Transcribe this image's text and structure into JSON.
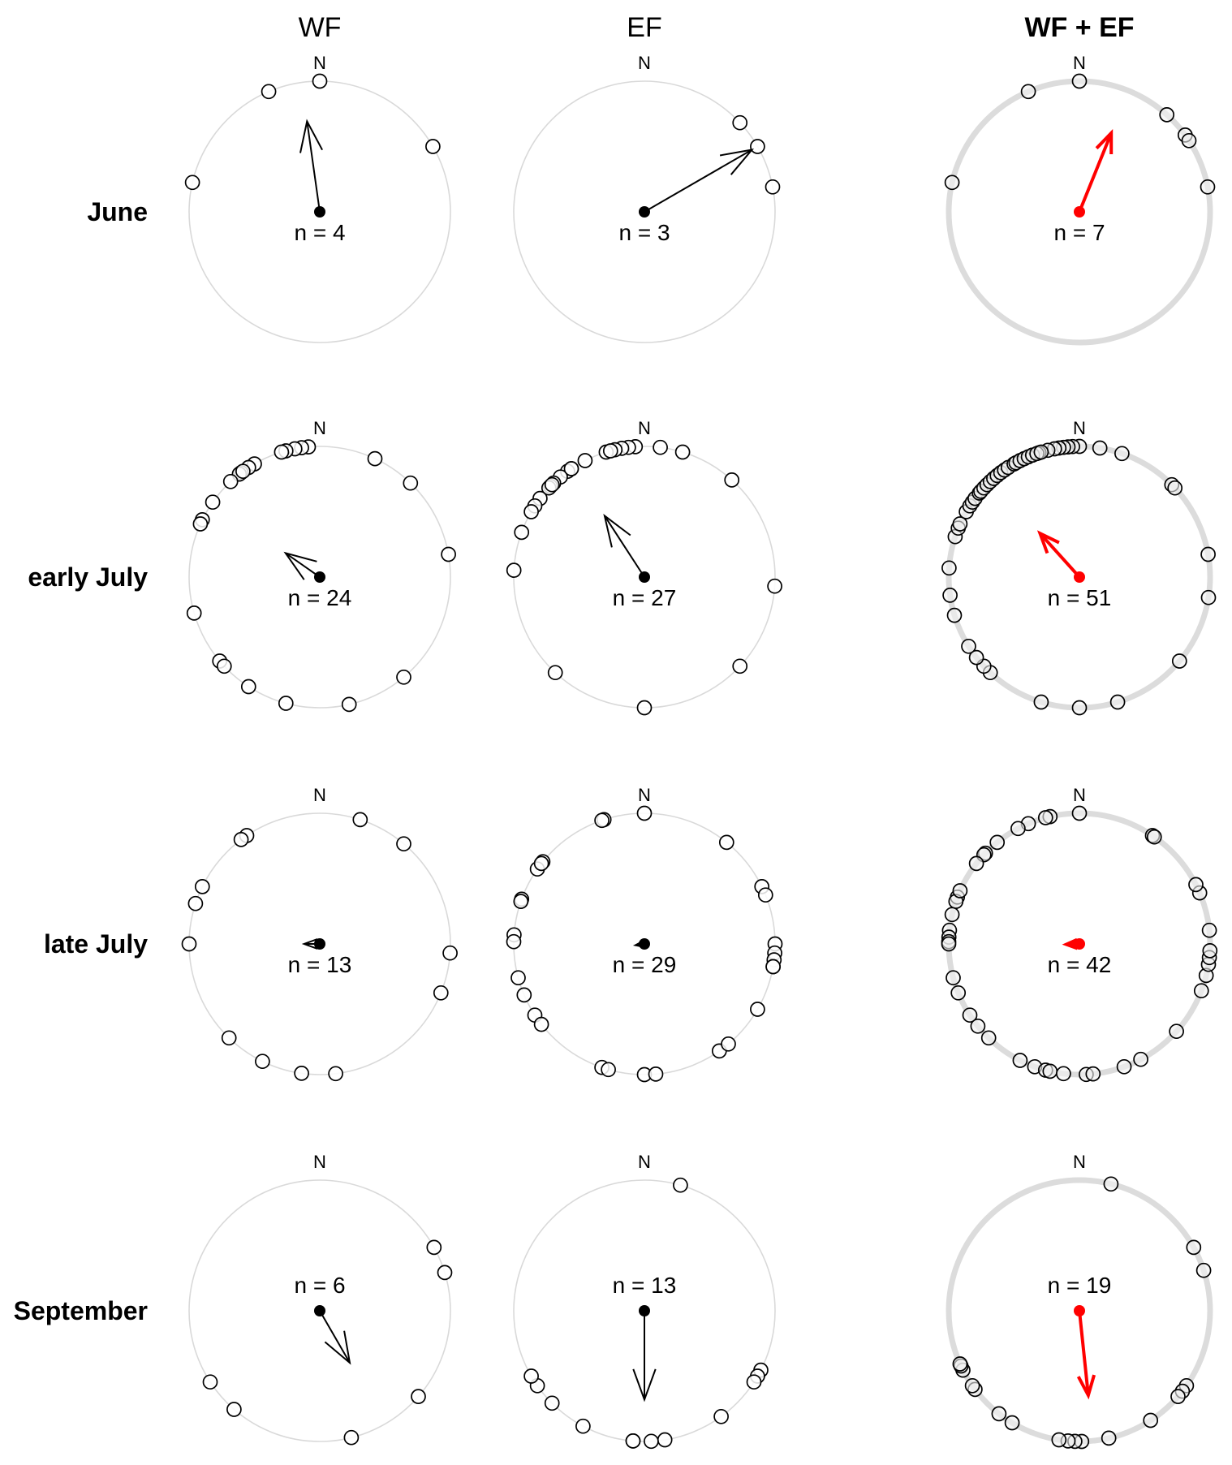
{
  "chart_data": {
    "type": "circular",
    "columns": [
      {
        "label": "WF",
        "bold": false
      },
      {
        "label": "EF",
        "bold": false
      },
      {
        "label": "WF + EF",
        "bold": true
      }
    ],
    "rows": [
      "June",
      "early July",
      "late July",
      "September"
    ],
    "north_label": "N",
    "colors": {
      "single": "#000000",
      "pooled": "#ff0000",
      "circle_thin": "#d9d9d9",
      "circle_thick": "#dcdcdc"
    },
    "panels": [
      {
        "row": "June",
        "column": "WF",
        "n_label": "n = 4",
        "n_position": "below",
        "mean_direction_deg": 352,
        "mean_length": 0.7,
        "points_deg": [
          0,
          337,
          60,
          283
        ]
      },
      {
        "row": "June",
        "column": "EF",
        "n_label": "n = 3",
        "n_position": "below",
        "mean_direction_deg": 60,
        "mean_length": 0.95,
        "points_deg": [
          47,
          60,
          79
        ]
      },
      {
        "row": "June",
        "column": "WF + EF",
        "n_label": "n = 7",
        "n_position": "below",
        "mean_direction_deg": 22,
        "mean_length": 0.65,
        "points_deg": [
          0,
          337,
          42,
          54,
          57,
          79,
          283
        ]
      },
      {
        "row": "early July",
        "column": "WF",
        "n_label": "n = 24",
        "n_position": "below",
        "mean_direction_deg": 305,
        "mean_length": 0.32,
        "points_deg": [
          355,
          352,
          349,
          345,
          343,
          25,
          44,
          80,
          330,
          327,
          323,
          322,
          317,
          305,
          296,
          294,
          254,
          230,
          227,
          213,
          195,
          167,
          140,
          324
        ]
      },
      {
        "row": "early July",
        "column": "EF",
        "n_label": "n = 27",
        "n_position": "below",
        "mean_direction_deg": 327,
        "mean_length": 0.56,
        "points_deg": [
          356,
          353,
          350,
          347,
          343,
          7,
          17,
          42,
          333,
          326,
          324,
          320,
          316,
          314,
          313,
          307,
          303,
          300,
          290,
          273,
          223,
          180,
          133,
          94,
          315,
          345,
          326
        ]
      },
      {
        "row": "early July",
        "column": "WF + EF",
        "n_label": "n = 51",
        "n_position": "below",
        "mean_direction_deg": 318,
        "mean_length": 0.45,
        "points_deg": [
          0,
          357,
          355,
          353,
          351,
          349,
          346,
          342,
          339,
          9,
          19,
          45,
          47,
          80,
          99,
          130,
          163,
          180,
          197,
          223,
          227,
          232,
          238,
          253,
          262,
          274,
          288,
          292,
          294,
          300,
          303,
          305,
          307,
          310,
          311,
          313,
          315,
          317,
          319,
          321,
          323,
          325,
          327,
          330,
          331,
          333,
          335,
          337,
          339,
          341,
          343
        ]
      },
      {
        "row": "late July",
        "column": "WF",
        "n_label": "n = 13",
        "n_position": "below",
        "mean_direction_deg": 270,
        "mean_length": 0.12,
        "points_deg": [
          18,
          40,
          326,
          323,
          296,
          288,
          270,
          94,
          112,
          224,
          206,
          188,
          173
        ]
      },
      {
        "row": "late July",
        "column": "EF",
        "n_label": "n = 29",
        "n_position": "below",
        "mean_direction_deg": 262,
        "mean_length": 0.07,
        "points_deg": [
          342,
          341,
          0,
          39,
          64,
          68,
          309,
          305,
          290,
          289,
          274,
          271,
          255,
          247,
          237,
          232,
          199,
          196,
          180,
          175,
          145,
          140,
          120,
          90,
          94,
          97,
          100,
          100,
          308
        ]
      },
      {
        "row": "late July",
        "column": "WF + EF",
        "n_label": "n = 42",
        "n_position": "below",
        "mean_direction_deg": 268,
        "mean_length": 0.1,
        "points_deg": [
          0,
          347,
          345,
          337,
          332,
          321,
          314,
          313,
          291,
          289,
          276,
          273,
          271,
          255,
          248,
          237,
          231,
          224,
          207,
          200,
          195,
          193,
          187,
          177,
          174,
          160,
          152,
          132,
          111,
          104,
          99,
          96,
          93,
          84,
          67,
          63,
          34,
          35,
          283,
          270,
          294,
          308
        ]
      },
      {
        "row": "September",
        "column": "WF",
        "n_label": "n = 6",
        "n_position": "above",
        "mean_direction_deg": 150,
        "mean_length": 0.46,
        "points_deg": [
          61,
          73,
          131,
          166,
          221,
          237
        ]
      },
      {
        "row": "September",
        "column": "EF",
        "n_label": "n = 13",
        "n_position": "above",
        "mean_direction_deg": 180,
        "mean_length": 0.68,
        "points_deg": [
          16,
          117,
          120,
          123,
          144,
          171,
          177,
          185,
          208,
          225,
          235,
          240,
          185
        ]
      },
      {
        "row": "September",
        "column": "WF + EF",
        "n_label": "n = 19",
        "n_position": "above",
        "mean_direction_deg": 174,
        "mean_length": 0.65,
        "points_deg": [
          14,
          61,
          72,
          125,
          128,
          131,
          147,
          167,
          179,
          182,
          185,
          189,
          211,
          218,
          233,
          235,
          243,
          245,
          246
        ]
      }
    ]
  }
}
